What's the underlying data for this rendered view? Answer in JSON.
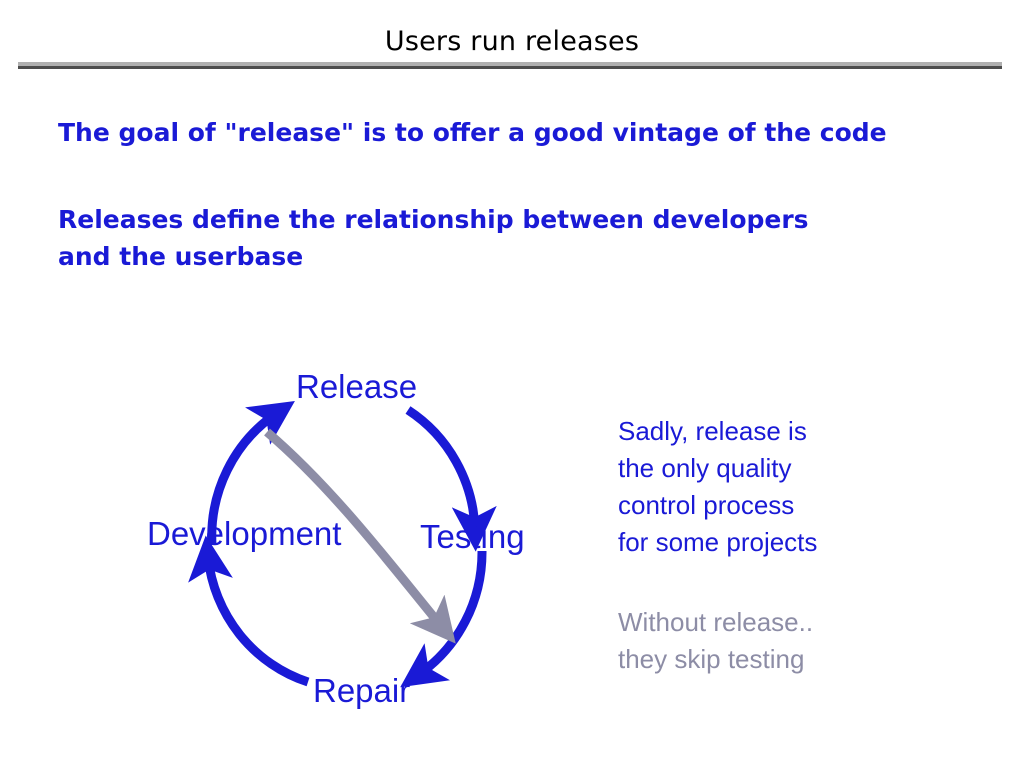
{
  "slide": {
    "title": "Users run releases",
    "background_color": "#ffffff",
    "accent_blue": "#1a1ad6",
    "accent_gray": "#8d8da6",
    "rule_light": "#b0b0b0",
    "rule_dark": "#4d4d4d"
  },
  "bullets": [
    {
      "text": "The goal of \"release\" is to offer a good vintage of the code"
    },
    {
      "text": "Releases define the relationship between developers\nand the userbase"
    }
  ],
  "notes": {
    "blue": "Sadly, release is\nthe only quality\ncontrol process\nfor some projects",
    "gray": "Without release..\nthey skip testing"
  },
  "diagram": {
    "type": "cycle",
    "nodes": [
      {
        "id": "release",
        "label": "Release"
      },
      {
        "id": "testing",
        "label": "Testing"
      },
      {
        "id": "repair",
        "label": "Repair"
      },
      {
        "id": "development",
        "label": "Development"
      }
    ],
    "edges": [
      {
        "from": "development",
        "to": "release",
        "color": "#1a1ad6"
      },
      {
        "from": "release",
        "to": "testing",
        "color": "#1a1ad6"
      },
      {
        "from": "testing",
        "to": "repair",
        "color": "#1a1ad6"
      },
      {
        "from": "repair",
        "to": "development",
        "color": "#1a1ad6"
      },
      {
        "from": "release",
        "to": "repair",
        "color": "#8d8da6",
        "style": "shortcut"
      }
    ]
  }
}
